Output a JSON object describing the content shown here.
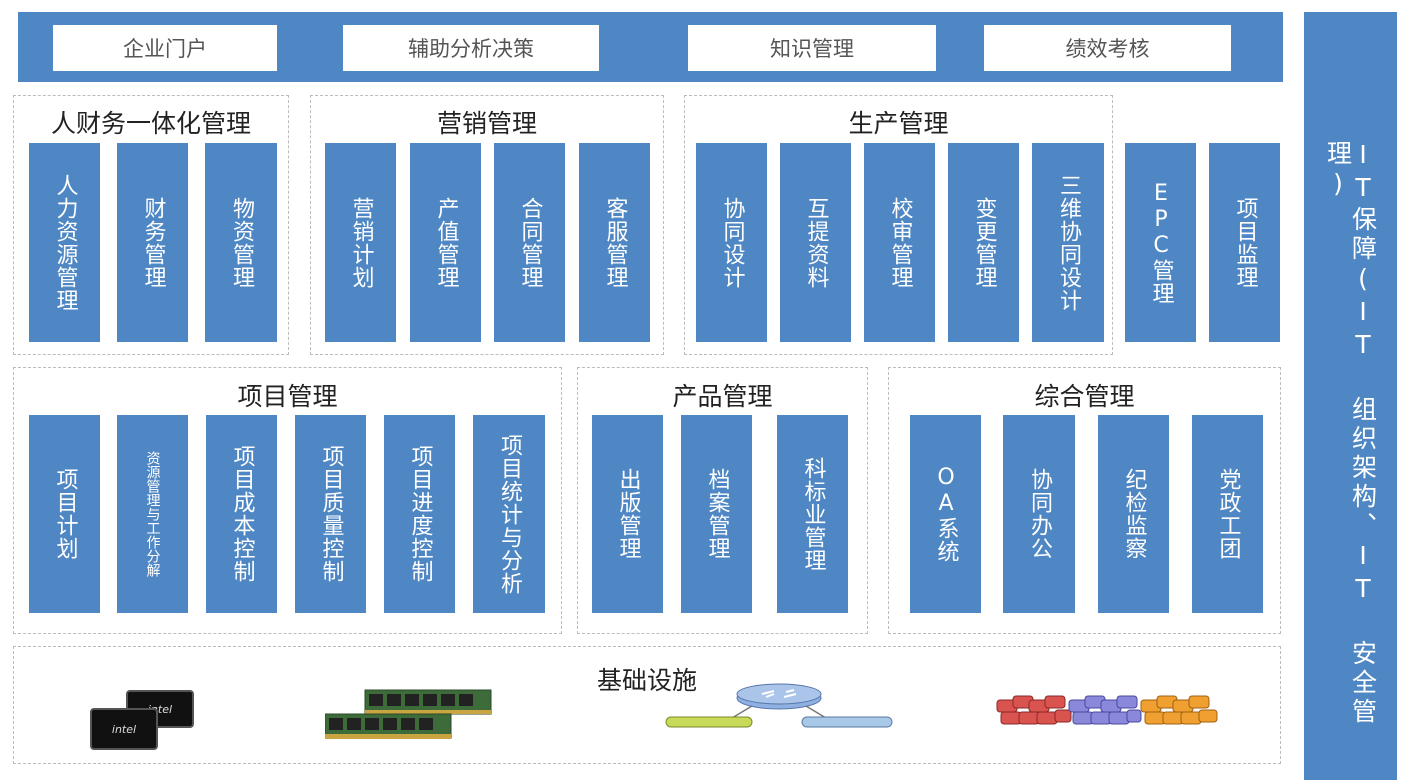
{
  "top_bar": {
    "items": [
      {
        "label": "企业门户"
      },
      {
        "label": "辅助分析决策"
      },
      {
        "label": "知识管理"
      },
      {
        "label": "绩效考核"
      }
    ]
  },
  "side_panel": {
    "label": "IT保障(IT 组织架构、IT 安全管理)"
  },
  "groups": {
    "finance": {
      "title": "人财务一体化管理",
      "tiles": [
        "人力资源管理",
        "财务管理",
        "物资管理"
      ]
    },
    "marketing": {
      "title": "营销管理",
      "tiles": [
        "营销计划",
        "产值管理",
        "合同管理",
        "客服管理"
      ]
    },
    "production": {
      "title": "生产管理",
      "tiles": [
        "协同设计",
        "互提资料",
        "校审管理",
        "变更管理",
        "三维协同设计"
      ]
    },
    "production_extra": {
      "tiles": [
        "EPC管理",
        "项目监理"
      ]
    },
    "project": {
      "title": "项目管理",
      "tiles": [
        "项目计划",
        "资源管理与工作分解",
        "项目成本控制",
        "项目质量控制",
        "项目进度控制",
        "项目统计与分析"
      ]
    },
    "product": {
      "title": "产品管理",
      "tiles": [
        "出版管理",
        "档案管理",
        "科标业管理"
      ]
    },
    "general": {
      "title": "综合管理",
      "tiles": [
        "OA系统",
        "协同办公",
        "纪检监察",
        "党政工团"
      ]
    },
    "infrastructure": {
      "title": "基础设施",
      "icons": [
        "cpu-chip-icon",
        "memory-module-icon",
        "network-router-icon",
        "storage-array-icon"
      ],
      "chip_label": "intel"
    }
  },
  "colors": {
    "tile_blue": "#4f87c4",
    "border_gray": "#bcbcbc",
    "storage_red": "#d9534f",
    "storage_purple": "#8a88d8",
    "storage_orange": "#f0a030"
  }
}
